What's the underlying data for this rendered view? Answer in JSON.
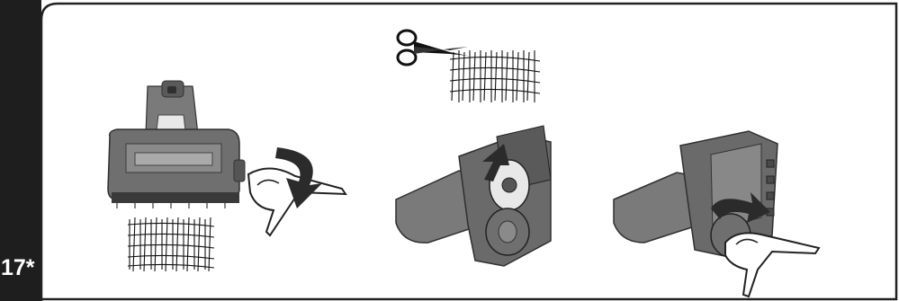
{
  "page": {
    "step_number": "17*"
  },
  "colors": {
    "sidebar": "#1e1e1e",
    "border": "#222222",
    "device_body": "#6f6f6f",
    "device_dark": "#3a3a3a",
    "arrow": "#2b2b2b"
  },
  "illustrations": [
    {
      "name": "turbo-brush-front-view"
    },
    {
      "name": "scissors-cutting-hair"
    },
    {
      "name": "roller-removal"
    },
    {
      "name": "roller-reinsert-twist"
    }
  ]
}
